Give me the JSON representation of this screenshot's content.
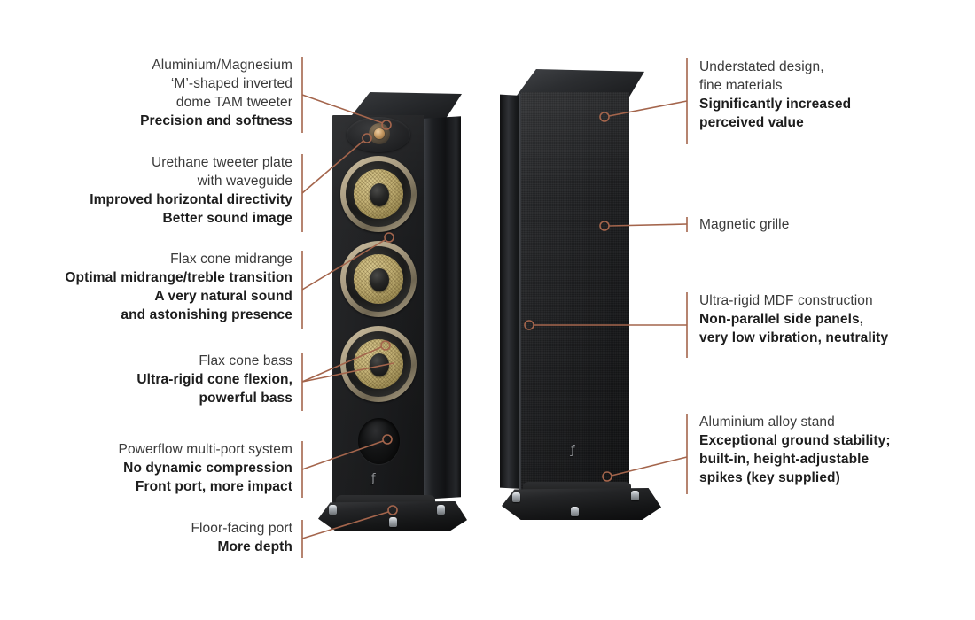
{
  "diagram": {
    "title": "Focal floorstanding loudspeaker feature callouts",
    "accent_color": "#a4654c",
    "text_color": "#2b2b2b",
    "background": "#ffffff"
  },
  "products": [
    {
      "name": "left-speaker-grille-off",
      "logo": "ƒ",
      "description": "Three-way floorstanding speaker with grille removed"
    },
    {
      "name": "right-speaker-grille-on",
      "logo": "ƒ",
      "description": "Three-way floorstanding speaker with magnetic grille fitted"
    }
  ],
  "callouts": {
    "left": [
      {
        "id": "tweeter",
        "lines": [
          {
            "text": "Aluminium/Magnesium",
            "weight": "reg"
          },
          {
            "text": "‘M’-shaped inverted",
            "weight": "reg"
          },
          {
            "text": "dome TAM tweeter",
            "weight": "reg"
          },
          {
            "text": "Precision and softness",
            "weight": "bold"
          }
        ]
      },
      {
        "id": "waveguide",
        "lines": [
          {
            "text": "Urethane tweeter plate",
            "weight": "reg"
          },
          {
            "text": "with waveguide",
            "weight": "reg"
          },
          {
            "text": "Improved horizontal directivity",
            "weight": "bold"
          },
          {
            "text": "Better sound image",
            "weight": "bold"
          }
        ]
      },
      {
        "id": "midrange",
        "lines": [
          {
            "text": "Flax cone midrange",
            "weight": "reg"
          },
          {
            "text": "Optimal midrange/treble transition",
            "weight": "bold"
          },
          {
            "text": "A very natural sound",
            "weight": "bold"
          },
          {
            "text": "and astonishing presence",
            "weight": "bold"
          }
        ]
      },
      {
        "id": "bass",
        "lines": [
          {
            "text": "Flax cone bass",
            "weight": "reg"
          },
          {
            "text": "Ultra-rigid cone flexion,",
            "weight": "bold"
          },
          {
            "text": "powerful bass",
            "weight": "bold"
          }
        ]
      },
      {
        "id": "powerflow-port",
        "lines": [
          {
            "text": "Powerflow multi-port system",
            "weight": "reg"
          },
          {
            "text": "No dynamic compression",
            "weight": "bold"
          },
          {
            "text": "Front port, more impact",
            "weight": "bold"
          }
        ]
      },
      {
        "id": "floor-port",
        "lines": [
          {
            "text": "Floor-facing port",
            "weight": "reg"
          },
          {
            "text": "More depth",
            "weight": "bold"
          }
        ]
      }
    ],
    "right": [
      {
        "id": "design",
        "lines": [
          {
            "text": "Understated design,",
            "weight": "reg"
          },
          {
            "text": "fine materials",
            "weight": "reg"
          },
          {
            "text": "Significantly increased",
            "weight": "bold"
          },
          {
            "text": "perceived value",
            "weight": "bold"
          }
        ]
      },
      {
        "id": "grille",
        "lines": [
          {
            "text": "Magnetic grille",
            "weight": "reg"
          }
        ]
      },
      {
        "id": "cabinet",
        "lines": [
          {
            "text": "Ultra-rigid MDF construction",
            "weight": "reg"
          },
          {
            "text": "Non-parallel side panels,",
            "weight": "bold"
          },
          {
            "text": "very low vibration, neutrality",
            "weight": "bold"
          }
        ]
      },
      {
        "id": "stand",
        "lines": [
          {
            "text": "Aluminium alloy stand",
            "weight": "reg"
          },
          {
            "text": "Exceptional ground stability;",
            "weight": "bold"
          },
          {
            "text": "built-in, height-adjustable",
            "weight": "bold"
          },
          {
            "text": "spikes (key supplied)",
            "weight": "bold"
          }
        ]
      }
    ]
  }
}
